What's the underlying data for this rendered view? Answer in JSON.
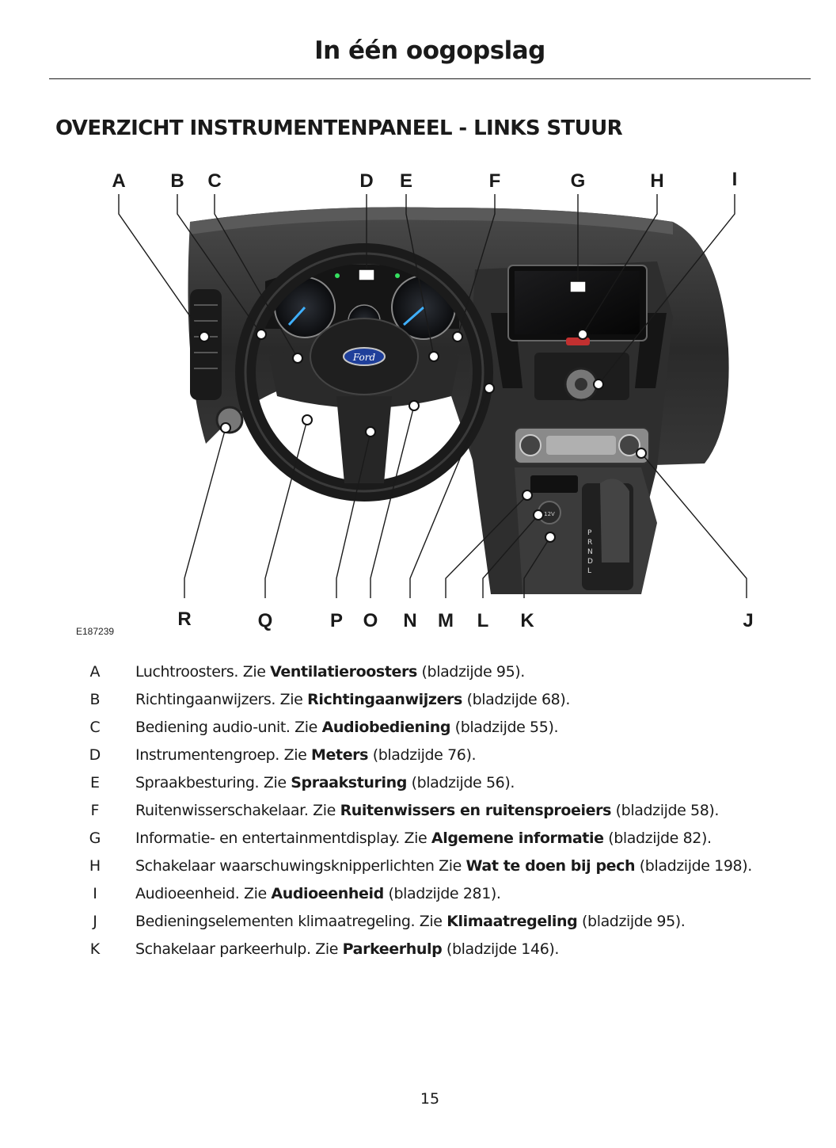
{
  "header": {
    "title": "In één oogopslag"
  },
  "section": {
    "heading": "OVERZICHT INSTRUMENTENPANEEL - LINKS STUUR"
  },
  "figure": {
    "id": "E187239",
    "brand_badge": "Ford",
    "callouts_top": [
      "A",
      "B",
      "C",
      "D",
      "E",
      "F",
      "G",
      "H",
      "I"
    ],
    "callouts_bottom": [
      "R",
      "Q",
      "P",
      "O",
      "N",
      "M",
      "L",
      "K",
      "J"
    ],
    "gear_letters": [
      "P",
      "R",
      "N",
      "D",
      "L"
    ],
    "socket_label": "12V"
  },
  "legend": [
    {
      "letter": "A",
      "text": "Luchtroosters.  Zie ",
      "link": "Ventilatieroosters",
      "ref": " (bladzijde 95)."
    },
    {
      "letter": "B",
      "text": "Richtingaanwijzers.  Zie ",
      "link": "Richtingaanwijzers",
      "ref": " (bladzijde 68)."
    },
    {
      "letter": "C",
      "text": "Bediening audio-unit.  Zie ",
      "link": "Audiobediening",
      "ref": " (bladzijde 55)."
    },
    {
      "letter": "D",
      "text": "Instrumentengroep.  Zie ",
      "link": "Meters",
      "ref": " (bladzijde 76)."
    },
    {
      "letter": "E",
      "text": "Spraakbesturing.  Zie ",
      "link": "Spraaksturing",
      "ref": " (bladzijde 56)."
    },
    {
      "letter": "F",
      "text": "Ruitenwisserschakelaar.  Zie ",
      "link": "Ruitenwissers en ruitensproeiers",
      "ref": " (bladzijde 58)."
    },
    {
      "letter": "G",
      "text": "Informatie- en entertainmentdisplay.  Zie ",
      "link": "Algemene informatie",
      "ref": " (bladzijde 82)."
    },
    {
      "letter": "H",
      "text": "Schakelaar waarschuwingsknipperlichten Zie ",
      "link": "Wat te doen bij pech",
      "ref": "  (bladzijde 198)."
    },
    {
      "letter": "I",
      "text": "Audioeenheid.  Zie ",
      "link": "Audioeenheid",
      "ref": " (bladzijde 281)."
    },
    {
      "letter": "J",
      "text": "Bedieningselementen klimaatregeling.  Zie ",
      "link": "Klimaatregeling",
      "ref": " (bladzijde 95)."
    },
    {
      "letter": "K",
      "text": "Schakelaar parkeerhulp.  Zie ",
      "link": "Parkeerhulp",
      "ref": "  (bladzijde 146)."
    }
  ],
  "footer": {
    "page_number": "15"
  }
}
